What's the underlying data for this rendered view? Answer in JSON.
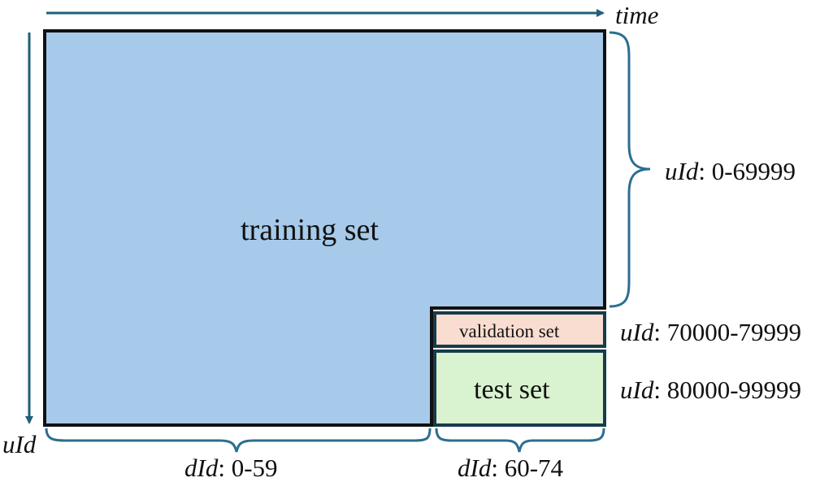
{
  "axes": {
    "horizontal": "time",
    "vertical": "uId"
  },
  "sets": {
    "training": "training set",
    "validation": "validation set",
    "test": "test set"
  },
  "ranges": {
    "training_uid": {
      "key": "uId",
      "value": ": 0-69999"
    },
    "validation_uid": {
      "key": "uId",
      "value": ": 70000-79999"
    },
    "test_uid": {
      "key": "uId",
      "value": ": 80000-99999"
    },
    "training_did": {
      "key": "dId",
      "value": ": 0-59"
    },
    "test_did": {
      "key": "dId",
      "value": ": 60-74"
    }
  },
  "colors": {
    "arrow": "#1f5f7a",
    "brace": "#2a6f8f",
    "outline": "#111111",
    "training_fill": "#a7c9ea",
    "validation_fill": "#f9ddd0",
    "test_fill": "#d9f2d0",
    "inner_border": "#163c4c"
  }
}
